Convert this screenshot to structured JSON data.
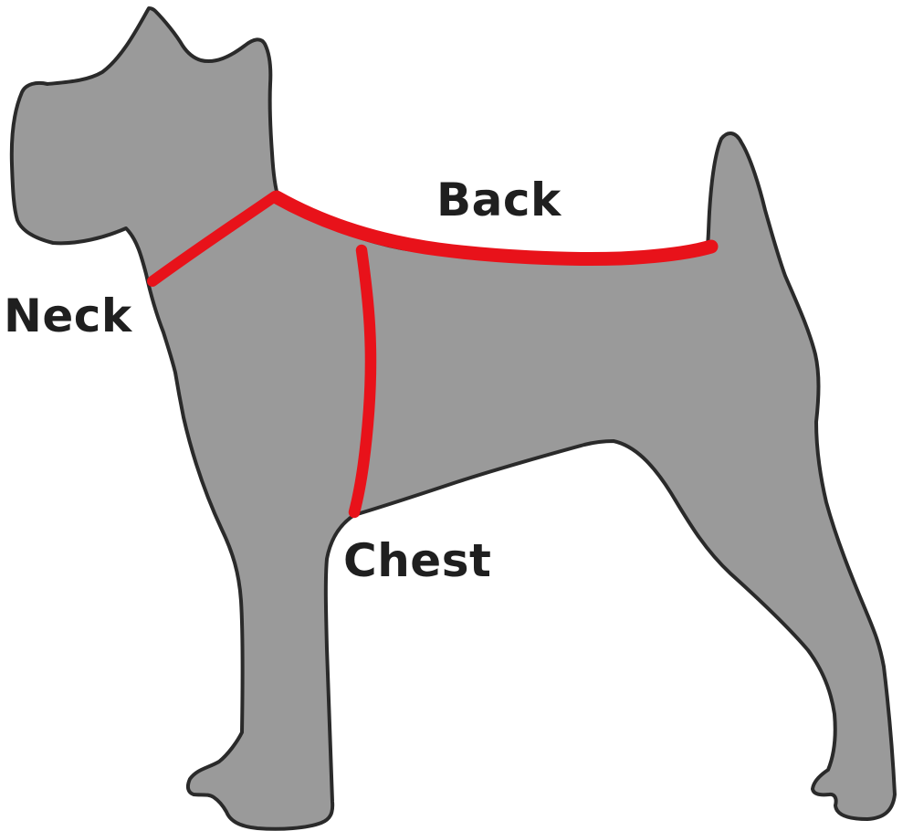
{
  "diagram": {
    "subject": "dog-side-profile-measurement-guide",
    "labels": {
      "back": "Back",
      "neck": "Neck",
      "chest": "Chest"
    },
    "measurement_lines": [
      "neck",
      "back",
      "chest"
    ],
    "colors": {
      "background": "#ffffff",
      "body_fill": "#9a9a9a",
      "outline": "#2a2a2a",
      "measurement_line": "#e8121a",
      "label_text": "#1f1f1f"
    }
  }
}
